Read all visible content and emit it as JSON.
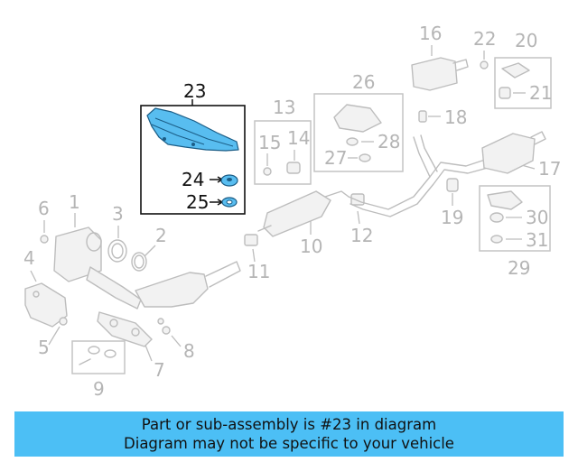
{
  "callouts": {
    "c1": "1",
    "c2": "2",
    "c3": "3",
    "c4": "4",
    "c5": "5",
    "c6": "6",
    "c7": "7",
    "c8": "8",
    "c9": "9",
    "c10": "10",
    "c11": "11",
    "c12": "12",
    "c13": "13",
    "c14": "14",
    "c15": "15",
    "c16": "16",
    "c17": "17",
    "c18": "18",
    "c19": "19",
    "c20": "20",
    "c21": "21",
    "c22": "22",
    "c23": "23",
    "c24": "24",
    "c25": "25",
    "c26": "26",
    "c27": "27",
    "c28": "28",
    "c29": "29",
    "c30": "30",
    "c31": "31"
  },
  "highlight": {
    "color": "#58bdf0",
    "part": "23"
  },
  "banner": {
    "line1": "Part or sub-assembly is #23 in diagram",
    "line2": "Diagram may not be specific to your vehicle",
    "color": "#4cbff5"
  }
}
